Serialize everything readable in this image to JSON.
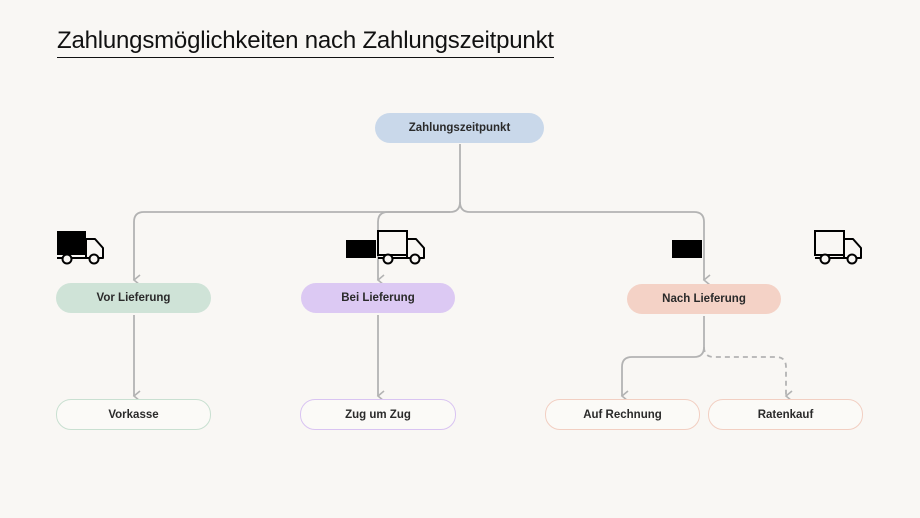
{
  "title": "Zahlungsmöglichkeiten nach Zahlungszeitpunkt",
  "root": {
    "label": "Zahlungszeitpunkt",
    "color": "#c9d8ea"
  },
  "branches": [
    {
      "label": "Vor Lieferung",
      "color": "#cfe3d7",
      "children": [
        "Vorkasse"
      ]
    },
    {
      "label": "Bei Lieferung",
      "color": "#dcc9f3",
      "children": [
        "Zug um Zug"
      ]
    },
    {
      "label": "Nach Lieferung",
      "color": "#f4d2c6",
      "children": [
        "Auf Rechnung",
        "Ratenkauf"
      ]
    }
  ],
  "icons": [
    "truck-icon",
    "truck-icon",
    "truck-icon"
  ],
  "colors": {
    "connector": "#b3b3b3",
    "background": "#f9f7f4"
  }
}
